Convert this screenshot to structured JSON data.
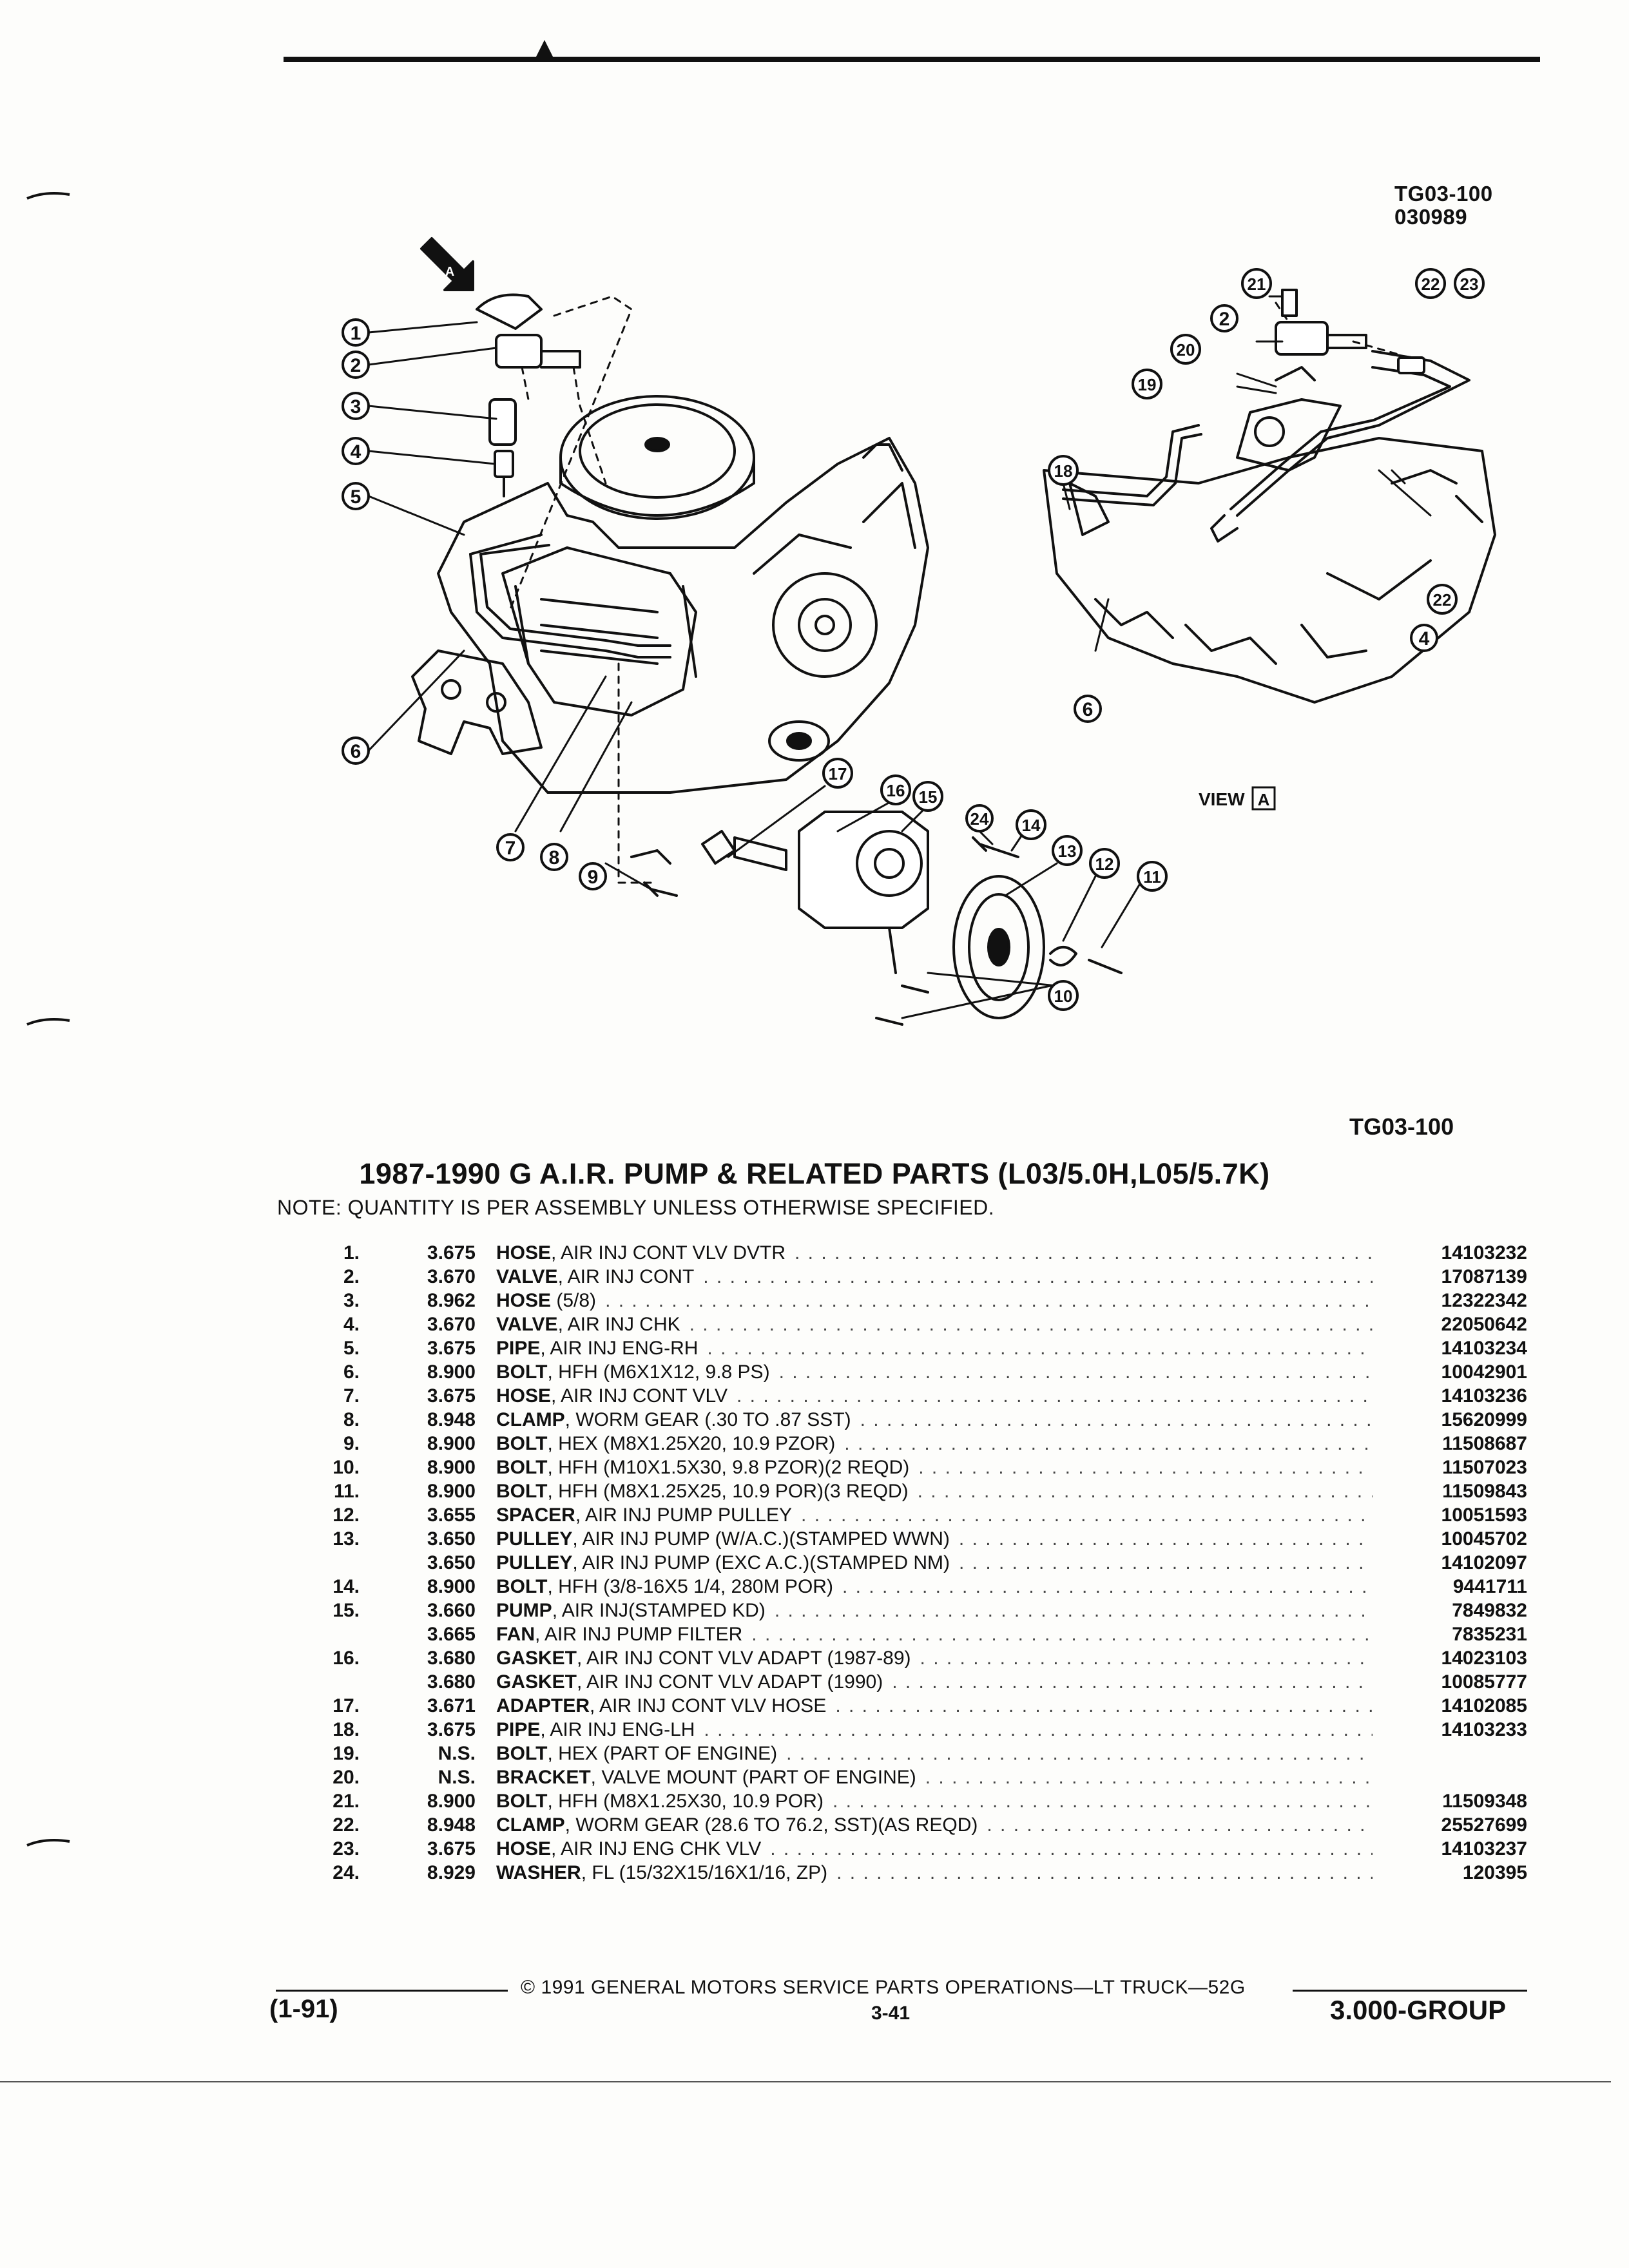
{
  "figure": {
    "id_line1": "TG03-100",
    "id_line2": "030989",
    "caption": "TG03-100",
    "view_label": "VIEW",
    "view_letter": "A",
    "view_arrow_letter": "A",
    "callouts": [
      "1",
      "2",
      "3",
      "4",
      "5",
      "6",
      "7",
      "8",
      "9",
      "10",
      "11",
      "12",
      "13",
      "14",
      "15",
      "16",
      "17",
      "18",
      "19",
      "20",
      "21",
      "22",
      "23",
      "24"
    ]
  },
  "title": "1987-1990 G A.I.R. PUMP & RELATED PARTS (L03/5.0H,L05/5.7K)",
  "note": "NOTE:  QUANTITY IS PER ASSEMBLY UNLESS OTHERWISE SPECIFIED.",
  "parts": [
    {
      "num": "1.",
      "code": "3.675",
      "name": "HOSE",
      "spec": ", AIR INJ CONT VLV DVTR",
      "part": "14103232"
    },
    {
      "num": "2.",
      "code": "3.670",
      "name": "VALVE",
      "spec": ", AIR INJ CONT",
      "part": "17087139"
    },
    {
      "num": "3.",
      "code": "8.962",
      "name": "HOSE",
      "spec": " (5/8)",
      "part": "12322342"
    },
    {
      "num": "4.",
      "code": "3.670",
      "name": "VALVE",
      "spec": ", AIR INJ CHK",
      "part": "22050642"
    },
    {
      "num": "5.",
      "code": "3.675",
      "name": "PIPE",
      "spec": ", AIR INJ ENG-RH",
      "part": "14103234"
    },
    {
      "num": "6.",
      "code": "8.900",
      "name": "BOLT",
      "spec": ", HFH (M6X1X12, 9.8 PS)",
      "part": "10042901"
    },
    {
      "num": "7.",
      "code": "3.675",
      "name": "HOSE",
      "spec": ", AIR INJ CONT VLV",
      "part": "14103236"
    },
    {
      "num": "8.",
      "code": "8.948",
      "name": "CLAMP",
      "spec": ", WORM GEAR (.30 TO .87 SST)",
      "part": "15620999"
    },
    {
      "num": "9.",
      "code": "8.900",
      "name": "BOLT",
      "spec": ", HEX (M8X1.25X20, 10.9 PZOR)",
      "part": "11508687"
    },
    {
      "num": "10.",
      "code": "8.900",
      "name": "BOLT",
      "spec": ", HFH (M10X1.5X30, 9.8 PZOR)(2 REQD)",
      "part": "11507023"
    },
    {
      "num": "11.",
      "code": "8.900",
      "name": "BOLT",
      "spec": ", HFH (M8X1.25X25, 10.9 POR)(3 REQD)",
      "part": "11509843"
    },
    {
      "num": "12.",
      "code": "3.655",
      "name": "SPACER",
      "spec": ", AIR INJ PUMP PULLEY",
      "part": "10051593"
    },
    {
      "num": "13.",
      "code": "3.650",
      "name": "PULLEY",
      "spec": ", AIR INJ PUMP (W/A.C.)(STAMPED WWN)",
      "part": "10045702"
    },
    {
      "num": "",
      "code": "3.650",
      "name": "PULLEY",
      "spec": ", AIR INJ PUMP (EXC A.C.)(STAMPED NM)",
      "part": "14102097"
    },
    {
      "num": "14.",
      "code": "8.900",
      "name": "BOLT",
      "spec": ", HFH (3/8-16X5 1/4, 280M POR)",
      "part": "9441711"
    },
    {
      "num": "15.",
      "code": "3.660",
      "name": "PUMP",
      "spec": ", AIR INJ(STAMPED KD)",
      "part": "7849832"
    },
    {
      "num": "",
      "code": "3.665",
      "name": "FAN",
      "spec": ", AIR INJ PUMP FILTER",
      "part": "7835231"
    },
    {
      "num": "16.",
      "code": "3.680",
      "name": "GASKET",
      "spec": ", AIR INJ CONT VLV ADAPT (1987-89)",
      "part": "14023103"
    },
    {
      "num": "",
      "code": "3.680",
      "name": "GASKET",
      "spec": ", AIR INJ CONT VLV ADAPT (1990)",
      "part": "10085777"
    },
    {
      "num": "17.",
      "code": "3.671",
      "name": "ADAPTER",
      "spec": ", AIR INJ CONT VLV HOSE",
      "part": "14102085"
    },
    {
      "num": "18.",
      "code": "3.675",
      "name": "PIPE",
      "spec": ", AIR INJ ENG-LH",
      "part": "14103233"
    },
    {
      "num": "19.",
      "code": "N.S.",
      "name": "BOLT",
      "spec": ", HEX (PART OF ENGINE)",
      "part": ""
    },
    {
      "num": "20.",
      "code": "N.S.",
      "name": "BRACKET",
      "spec": ", VALVE MOUNT (PART OF ENGINE)",
      "part": ""
    },
    {
      "num": "21.",
      "code": "8.900",
      "name": "BOLT",
      "spec": ", HFH (M8X1.25X30, 10.9 POR)",
      "part": "11509348"
    },
    {
      "num": "22.",
      "code": "8.948",
      "name": "CLAMP",
      "spec": ", WORM GEAR (28.6 TO 76.2, SST)(AS REQD)",
      "part": "25527699"
    },
    {
      "num": "23.",
      "code": "3.675",
      "name": "HOSE",
      "spec": ", AIR INJ ENG CHK VLV",
      "part": "14103237"
    },
    {
      "num": "24.",
      "code": "8.929",
      "name": "WASHER",
      "spec": ", FL (15/32X15/16X1/16, ZP)",
      "part": "120395"
    }
  ],
  "footer": {
    "copyright": "©  1991  GENERAL MOTORS SERVICE PARTS OPERATIONS—LT TRUCK—52G",
    "date": "(1-91)",
    "page": "3-41",
    "group": "3.000-GROUP"
  }
}
